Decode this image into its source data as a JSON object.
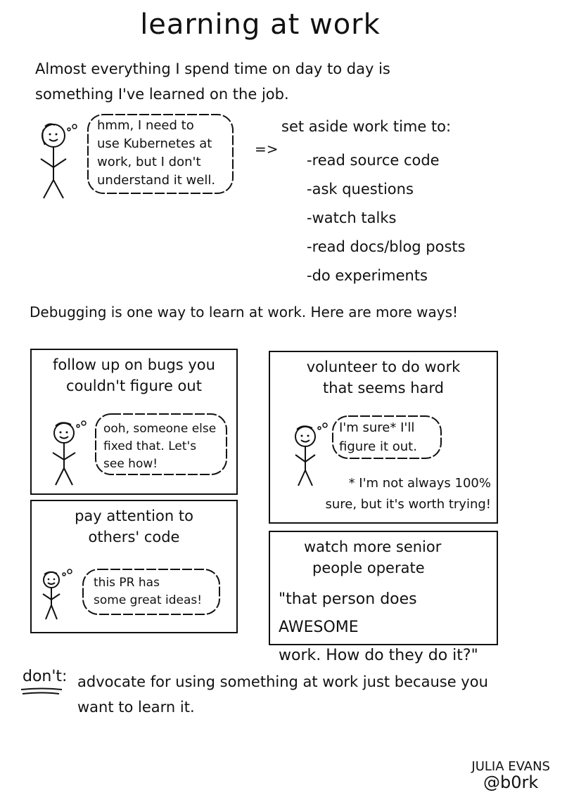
{
  "title": "learning at work",
  "intro": {
    "line1": "Almost everything I spend time on day to day is",
    "line2": "something I've learned on the job."
  },
  "top_bubble": {
    "line1": "hmm, I need to",
    "line2": "use Kubernetes at",
    "line3": "work, but I don't",
    "line4": "understand it well."
  },
  "arrow": "=>",
  "aside": {
    "heading": "set aside work time to:",
    "items": [
      "-read source code",
      "-ask questions",
      "-watch talks",
      "-read docs/blog posts",
      "-do experiments"
    ]
  },
  "debugging": "Debugging is one way to learn at work. Here are more ways!",
  "panels": {
    "bugs": {
      "title1": "follow up on bugs you",
      "title2": "couldn't figure out",
      "bubble1": "ooh, someone else",
      "bubble2": "fixed that. Let's",
      "bubble3": "see how!"
    },
    "volunteer": {
      "title1": "volunteer to do work",
      "title2": "that seems hard",
      "bubble1": "I'm sure* I'll",
      "bubble2": "figure it out.",
      "note1": "* I'm not always 100%",
      "note2": "sure, but it's worth trying!"
    },
    "attention": {
      "title1": "pay attention to",
      "title2": "others' code",
      "bubble1": "this PR has",
      "bubble2": "some great ideas!"
    },
    "senior": {
      "title1": "watch more senior",
      "title2": "people operate",
      "quote1": "\"that person does AWESOME",
      "quote2": "work. How do they do it?\""
    }
  },
  "dont": {
    "label": "don't:",
    "line1": "advocate for using something at work just because you",
    "line2": "want to learn it."
  },
  "signature": {
    "name": "JULIA EVANS",
    "handle": "@b0rk"
  }
}
